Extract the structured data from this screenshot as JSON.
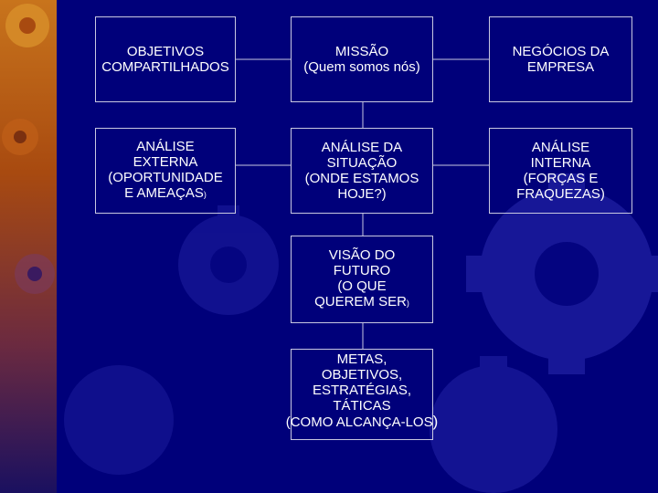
{
  "boxes": {
    "objetivos": "OBJETIVOS\nCOMPARTILHADOS",
    "missao": "MISSÃO\n(Quem somos nós)",
    "negocios": "NEGÓCIOS DA\nEMPRESA",
    "analise_externa": "ANÁLISE\nEXTERNA\n(OPORTUNIDADE\nE AMEAÇAS",
    "analise_externa_end": ")",
    "analise_situacao": "ANÁLISE DA\nSITUAÇÃO\n(ONDE ESTAMOS\nHOJE?)",
    "analise_interna": "ANÁLISE\nINTERNA\n(FORÇAS E\nFRAQUEZAS)",
    "visao": "VISÃO DO\nFUTURO\n(O QUE\nQUEREM SER",
    "visao_end": ")",
    "metas": "METAS,\nOBJETIVOS,\nESTRATÉGIAS,\nTÁTICAS\n(COMO ALCANÇA-LOS",
    "metas_end": ")"
  },
  "colors": {
    "background": "#00007a",
    "gear": "#2a2ab0",
    "line": "#c8c8e0",
    "text": "#ffffff"
  }
}
